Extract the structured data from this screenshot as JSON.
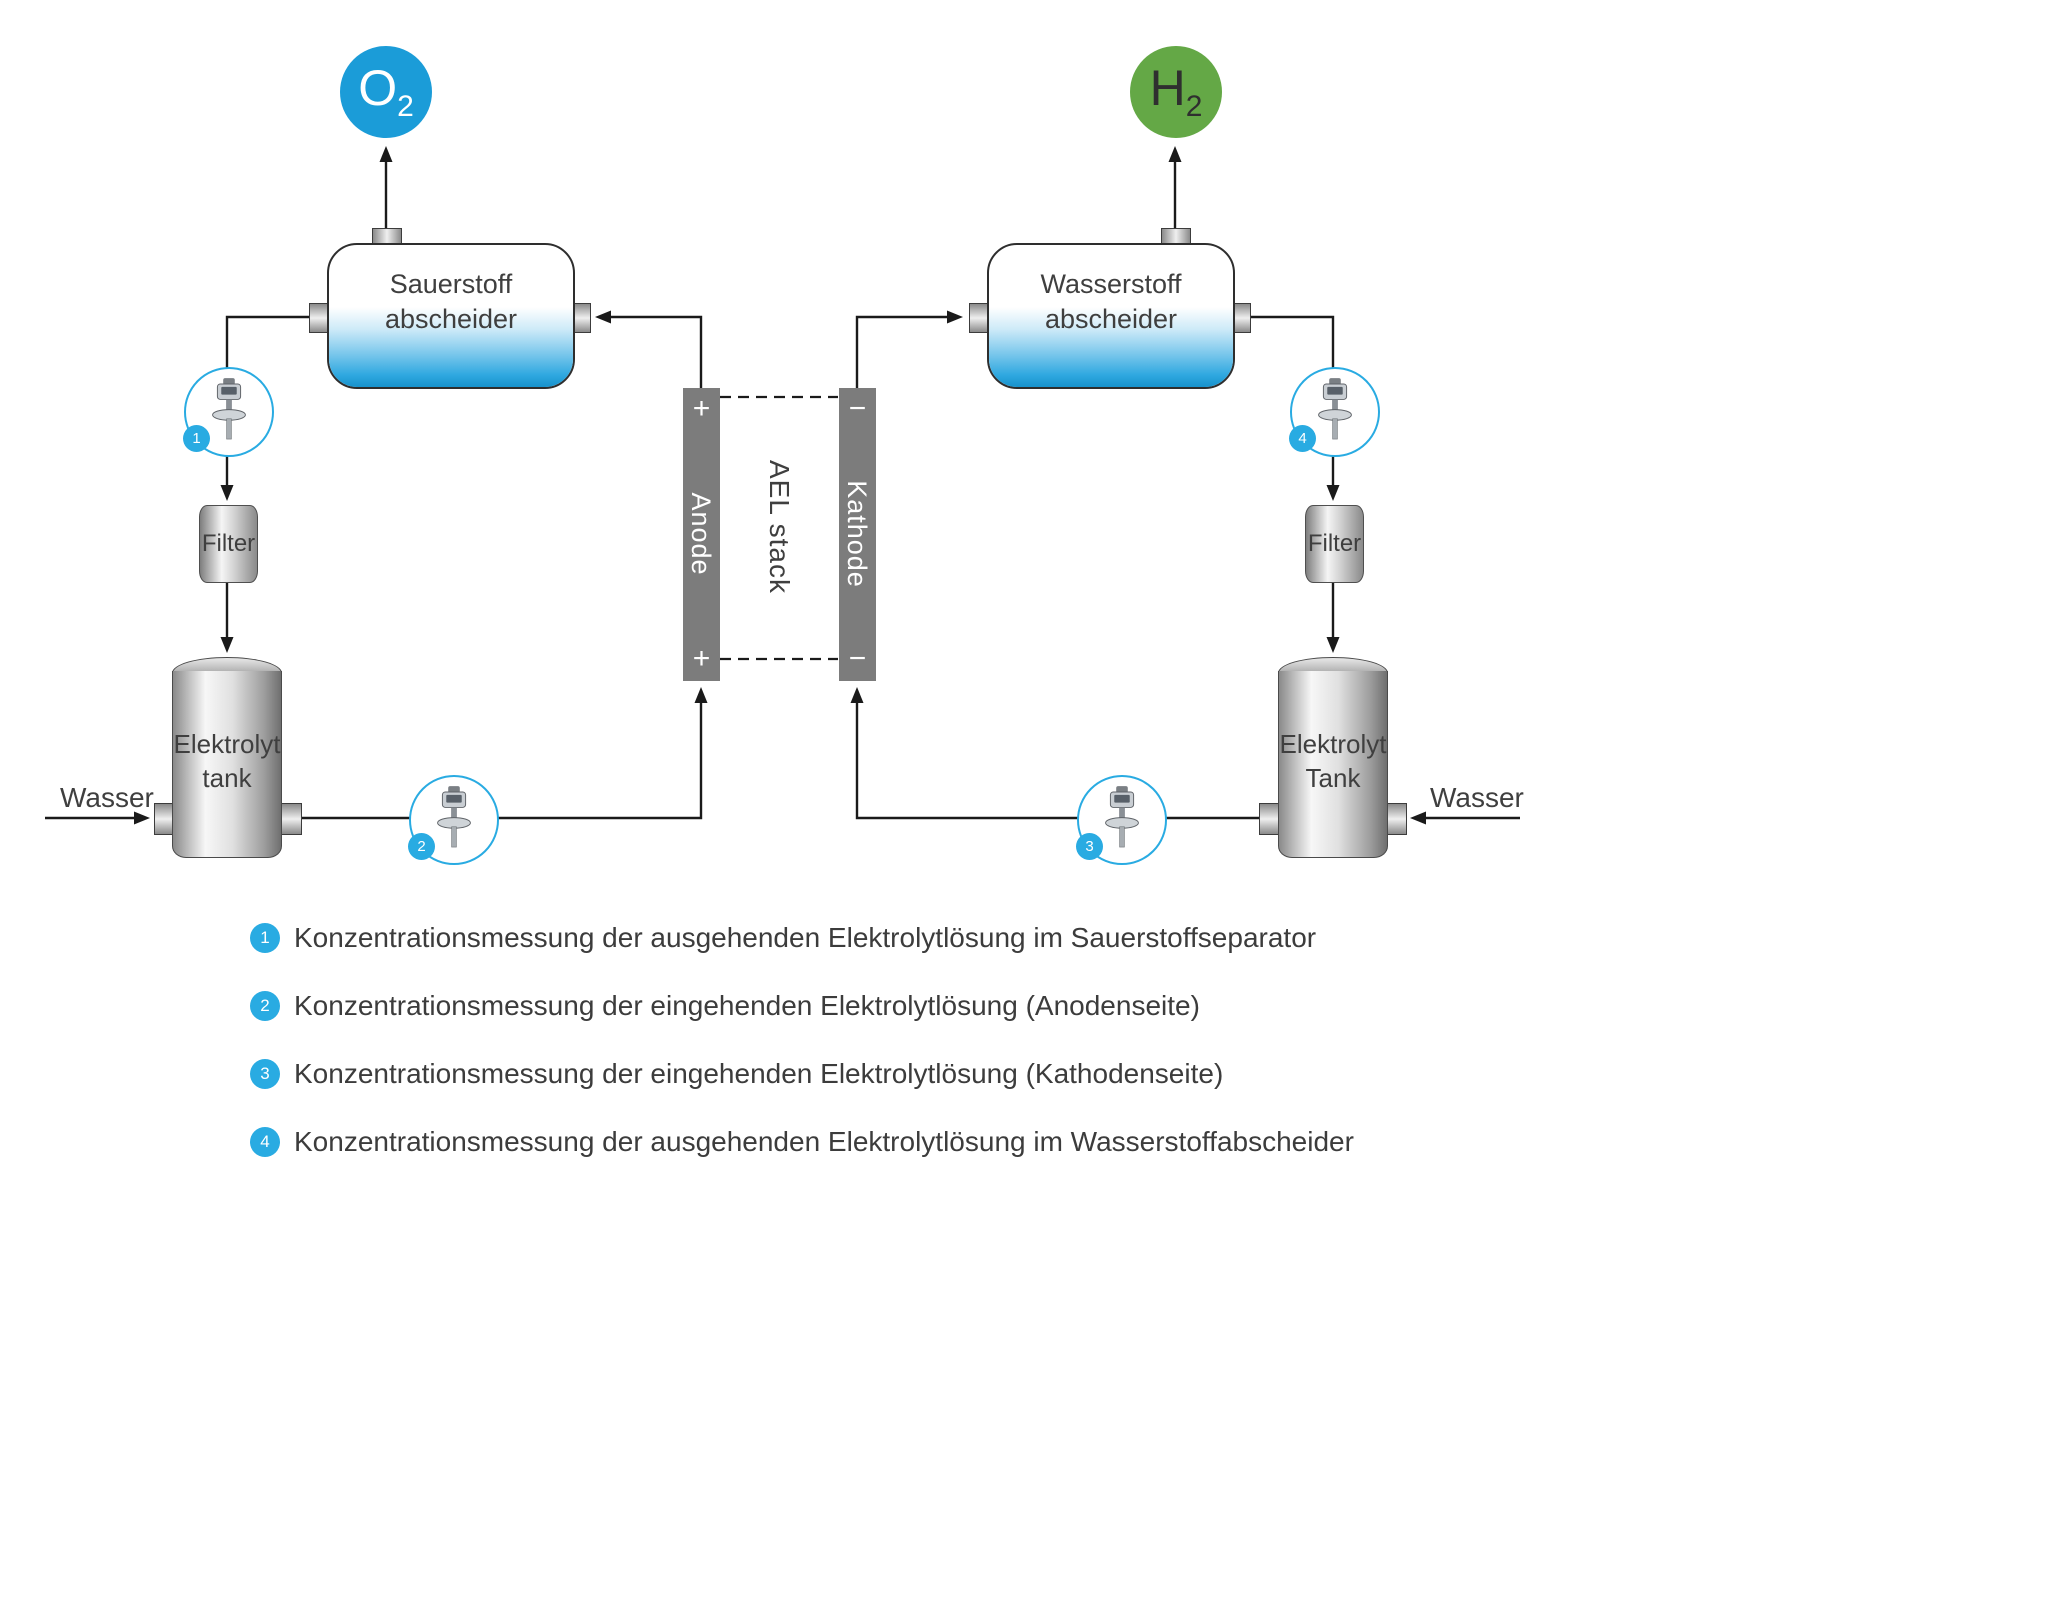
{
  "colors": {
    "accent": "#29abe2",
    "o2blue": "#1b9cd8",
    "h2green": "#64a846",
    "bargray": "#7c7c7c",
    "linecolor": "#1a1a1a",
    "textcolor": "#3f3f3f"
  },
  "gases": {
    "o2": {
      "symbol": "O",
      "subscript": "2"
    },
    "h2": {
      "symbol": "H",
      "subscript": "2"
    }
  },
  "separators": {
    "oxygen": {
      "line1": "Sauerstoff",
      "line2": "abscheider"
    },
    "hydrogen": {
      "line1": "Wasserstoff",
      "line2": "abscheider"
    }
  },
  "stack": {
    "anode_label": "Anode",
    "kathode_label": "Kathode",
    "center_label": "AEL stack",
    "anode_sign": "+",
    "kathode_sign": "−"
  },
  "filters": {
    "left": "Filter",
    "right": "Filter"
  },
  "tanks": {
    "left": {
      "line1": "Elektrolyt",
      "line2": "tank"
    },
    "right": {
      "line1": "Elektrolyt",
      "line2": "Tank"
    }
  },
  "water": {
    "left": "Wasser",
    "right": "Wasser"
  },
  "sensors": {
    "s1": "1",
    "s2": "2",
    "s3": "3",
    "s4": "4"
  },
  "legend": {
    "items": [
      {
        "num": "1",
        "text": "Konzentrationsmessung der ausgehenden Elektrolytlösung im Sauerstoffseparator"
      },
      {
        "num": "2",
        "text": "Konzentrationsmessung der eingehenden Elektrolytlösung (Anodenseite)"
      },
      {
        "num": "3",
        "text": "Konzentrationsmessung der eingehenden Elektrolytlösung (Kathodenseite)"
      },
      {
        "num": "4",
        "text": "Konzentrationsmessung der ausgehenden Elektrolytlösung im Wasserstoffabscheider"
      }
    ]
  }
}
